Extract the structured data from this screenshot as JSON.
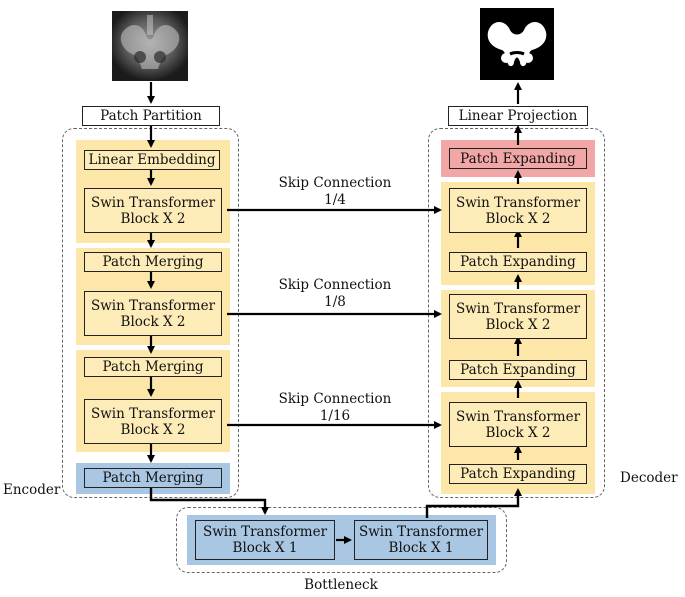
{
  "input_image": {
    "description_icon": "pelvis-xray-image"
  },
  "output_image": {
    "description_icon": "pelvis-segmentation-mask"
  },
  "encoder": {
    "patch_partition": "Patch Partition",
    "linear_embedding": "Linear Embedding",
    "swin_block_1": [
      "Swin Transformer",
      "Block X 2"
    ],
    "patch_merging_1": "Patch Merging",
    "swin_block_2": [
      "Swin Transformer",
      "Block X 2"
    ],
    "patch_merging_2": "Patch Merging",
    "swin_block_3": [
      "Swin Transformer",
      "Block X 2"
    ],
    "patch_merging_3": "Patch Merging",
    "label": "Encoder"
  },
  "decoder": {
    "linear_projection": "Linear Projection",
    "patch_expanding_top": "Patch Expanding",
    "swin_block_1": [
      "Swin Transformer",
      "Block X 2"
    ],
    "patch_expanding_1": "Patch Expanding",
    "swin_block_2": [
      "Swin Transformer",
      "Block X 2"
    ],
    "patch_expanding_2": "Patch Expanding",
    "swin_block_3": [
      "Swin Transformer",
      "Block X 2"
    ],
    "patch_expanding_3": "Patch Expanding",
    "label": "Decoder"
  },
  "bottleneck": {
    "block_left": [
      "Swin Transformer",
      "Block X 1"
    ],
    "block_right": [
      "Swin Transformer",
      "Block X 1"
    ],
    "label": "Bottleneck"
  },
  "skips": [
    {
      "title": "Skip Connection",
      "scale": "1/4"
    },
    {
      "title": "Skip Connection",
      "scale": "1/8"
    },
    {
      "title": "Skip Connection",
      "scale": "1/16"
    }
  ],
  "colors": {
    "encoder_band": "#fde7a8",
    "bottleneck_band": "#a9c6e3",
    "expanding_highlight": "#f2a7a7"
  }
}
